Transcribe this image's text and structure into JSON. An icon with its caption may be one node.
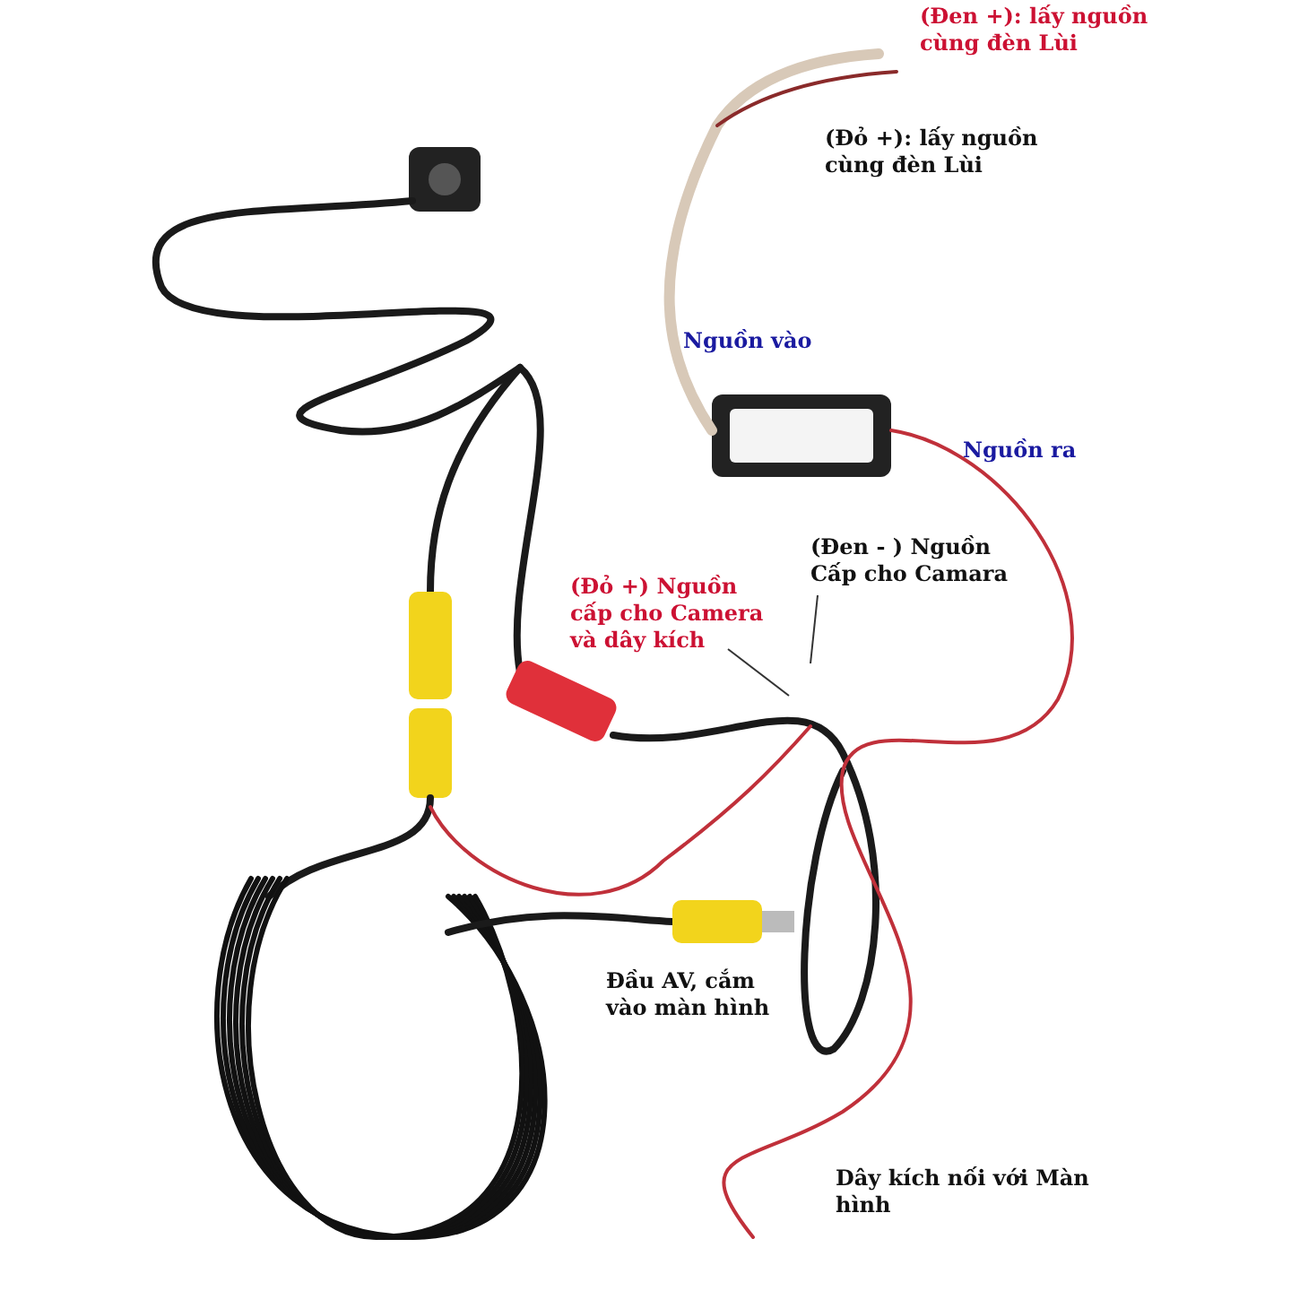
{
  "diagram": {
    "nodes": [
      {
        "text": [
          "(Đỏ +) Nguồn cấp cho Camera và dây kích"
        ]
      },
      {
        "text": [
          "(Đen - )  Nguồn Cấp cho Camara"
        ]
      }
    ],
    "edges": [
      {
        "from": 0,
        "to": null,
        "arrow": "none"
      },
      {
        "from": 1,
        "to": null,
        "arrow": "none"
      }
    ],
    "labels": [
      "(Đen +):  lấy nguồn cùng đèn Lùi",
      "(Đỏ +):  lấy nguồn cùng đèn Lùi",
      "Nguồn vào",
      "Nguồn ra",
      "Đầu AV, cắm vào màn hình",
      "Dây kích nối với Màn hình"
    ]
  }
}
